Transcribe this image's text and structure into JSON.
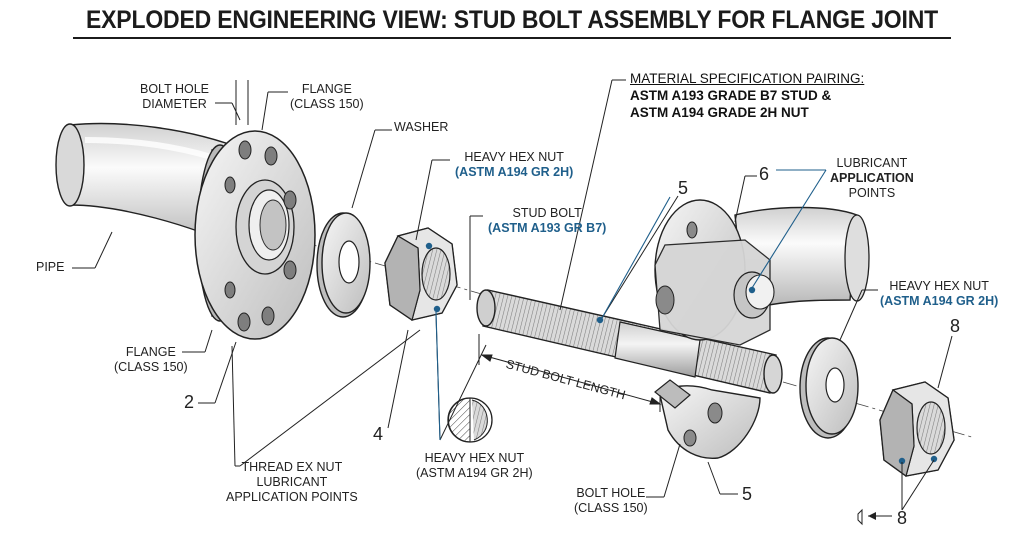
{
  "title": "EXPLODED ENGINEERING VIEW: STUD BOLT ASSEMBLY FOR FLANGE JOINT",
  "labels": {
    "bolt_hole_diameter_l1": "BOLT HOLE",
    "bolt_hole_diameter_l2": "DIAMETER",
    "flange_top_l1": "FLANGE",
    "flange_top_l2": "(CLASS 150)",
    "washer": "WASHER",
    "pipe": "PIPE",
    "flange_left_l1": "FLANGE",
    "flange_left_l2": "(CLASS 150)",
    "nut_top_l1": "HEAVY HEX NUT",
    "nut_top_l2": "(ASTM A194 GR 2H)",
    "stud_l1": "STUD BOLT",
    "stud_l2": "(ASTM A193 GR B7)",
    "stud_length": "STUD BOLT LENGTH",
    "thread_l1": "THREAD EX NUT",
    "thread_l2": "LUBRICANT",
    "thread_l3": "APPLICATION POINTS",
    "nut_bottom_l1": "HEAVY HEX NUT",
    "nut_bottom_l2": "(ASTM A194 GR 2H)",
    "bolt_hole_l1": "BOLT HOLE",
    "bolt_hole_l2": "(CLASS 150)",
    "lubricant_l1": "LUBRICANT",
    "lubricant_l2": "APPLICATION",
    "lubricant_l3": "POINTS",
    "nut_right_l1": "HEAVY HEX NUT",
    "nut_right_l2": "(ASTM A194 GR 2H)",
    "spec_l1": "MATERIAL SPECIFICATION PAIRING:",
    "spec_l2": "ASTM A193 GRADE B7 STUD &",
    "spec_l3": "ASTM A194 GRADE 2H NUT"
  },
  "callouts": {
    "n2": "2",
    "n4": "4",
    "n5_top": "5",
    "n5_bottom": "5",
    "n6": "6",
    "n8_top": "8",
    "n8_bottom": "8"
  },
  "colors": {
    "accent_blue": "#1f5f8b",
    "line": "#222222",
    "metal_light": "#f2f2f2",
    "metal_mid": "#cfcfcf",
    "metal_dark": "#9a9a9a"
  }
}
